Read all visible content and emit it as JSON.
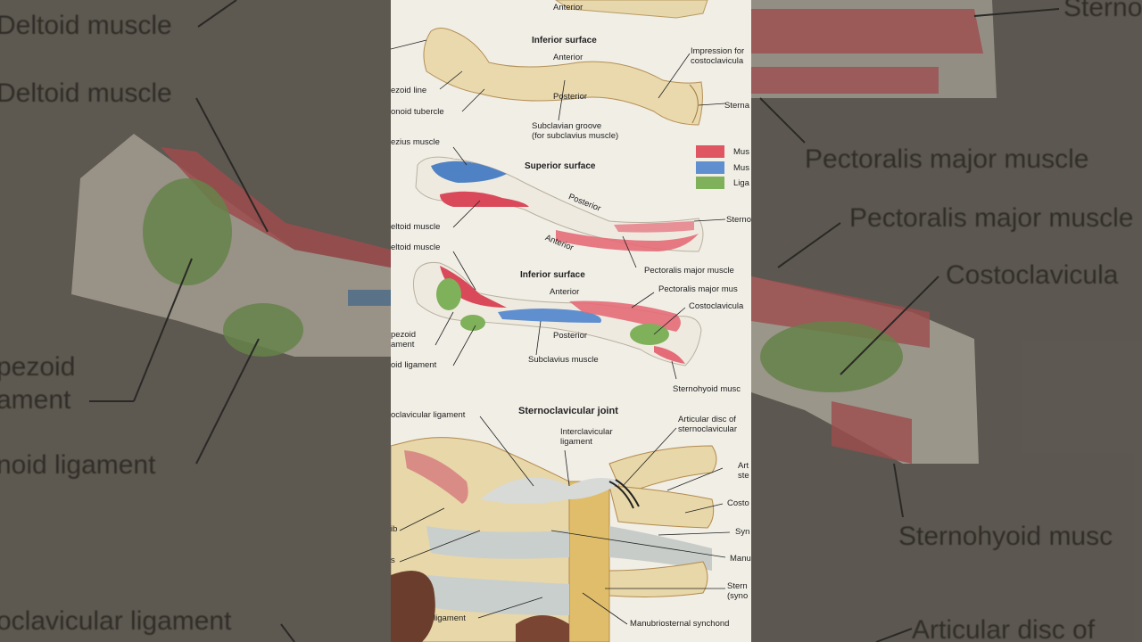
{
  "left_blur": [
    "Deltoid muscle",
    "Deltoid muscle",
    "pezoid",
    "ament",
    "noid ligament",
    "oclavicular ligament"
  ],
  "right_blur": [
    "Sterno",
    "Pectoralis major muscle",
    "Pectoralis major muscle",
    "Costoclavicula",
    "Sternohyoid musc",
    "Articular disc of"
  ],
  "page": {
    "top_anterior": "Anterior",
    "inferior1": {
      "title": "Inferior surface",
      "anterior": "Anterior",
      "posterior": "Posterior",
      "impression": "Impression for",
      "impression2": "costoclavicula",
      "sterna": "Sterna",
      "trap_line": "ezoid line",
      "conoid": "onoid tubercle",
      "groove1": "Subclavian groove",
      "groove2": "(for subclavius muscle)"
    },
    "legend": [
      "Mus",
      "Mus",
      "Liga"
    ],
    "superior": {
      "title": "Superior surface",
      "trapezius": "ezius muscle",
      "deltoid": "eltoid muscle",
      "posterior": "Posterior",
      "anterior": "Anterior",
      "sterno": "Sterno",
      "pect": "Pectoralis major muscle"
    },
    "inferior2": {
      "title": "Inferior surface",
      "deltoid": "eltoid muscle",
      "anterior": "Anterior",
      "posterior": "Posterior",
      "pect": "Pectoralis major mus",
      "costo": "Costoclavicula",
      "trapezoid1": "pezoid",
      "trapezoid2": "ament",
      "conoid": "oid ligament",
      "subclavius": "Subclavius muscle",
      "sternohyoid": "Sternohyoid musc"
    },
    "joint": {
      "title": "Sternoclavicular joint",
      "acrom": "oclavicular ligament",
      "interclav1": "Interclavicular",
      "interclav2": "ligament",
      "disc1": "Articular disc of",
      "disc2": "sternoclavicular",
      "art1": "Art",
      "art2": "ste",
      "costo": "Costo",
      "syn": "Syn",
      "manu": "Manu",
      "rib": "ib",
      "s": "s",
      "stern1": "Stern",
      "stern2": "(syno",
      "lig": "ligament",
      "manubrio": "Manubriosternal synchond"
    }
  }
}
